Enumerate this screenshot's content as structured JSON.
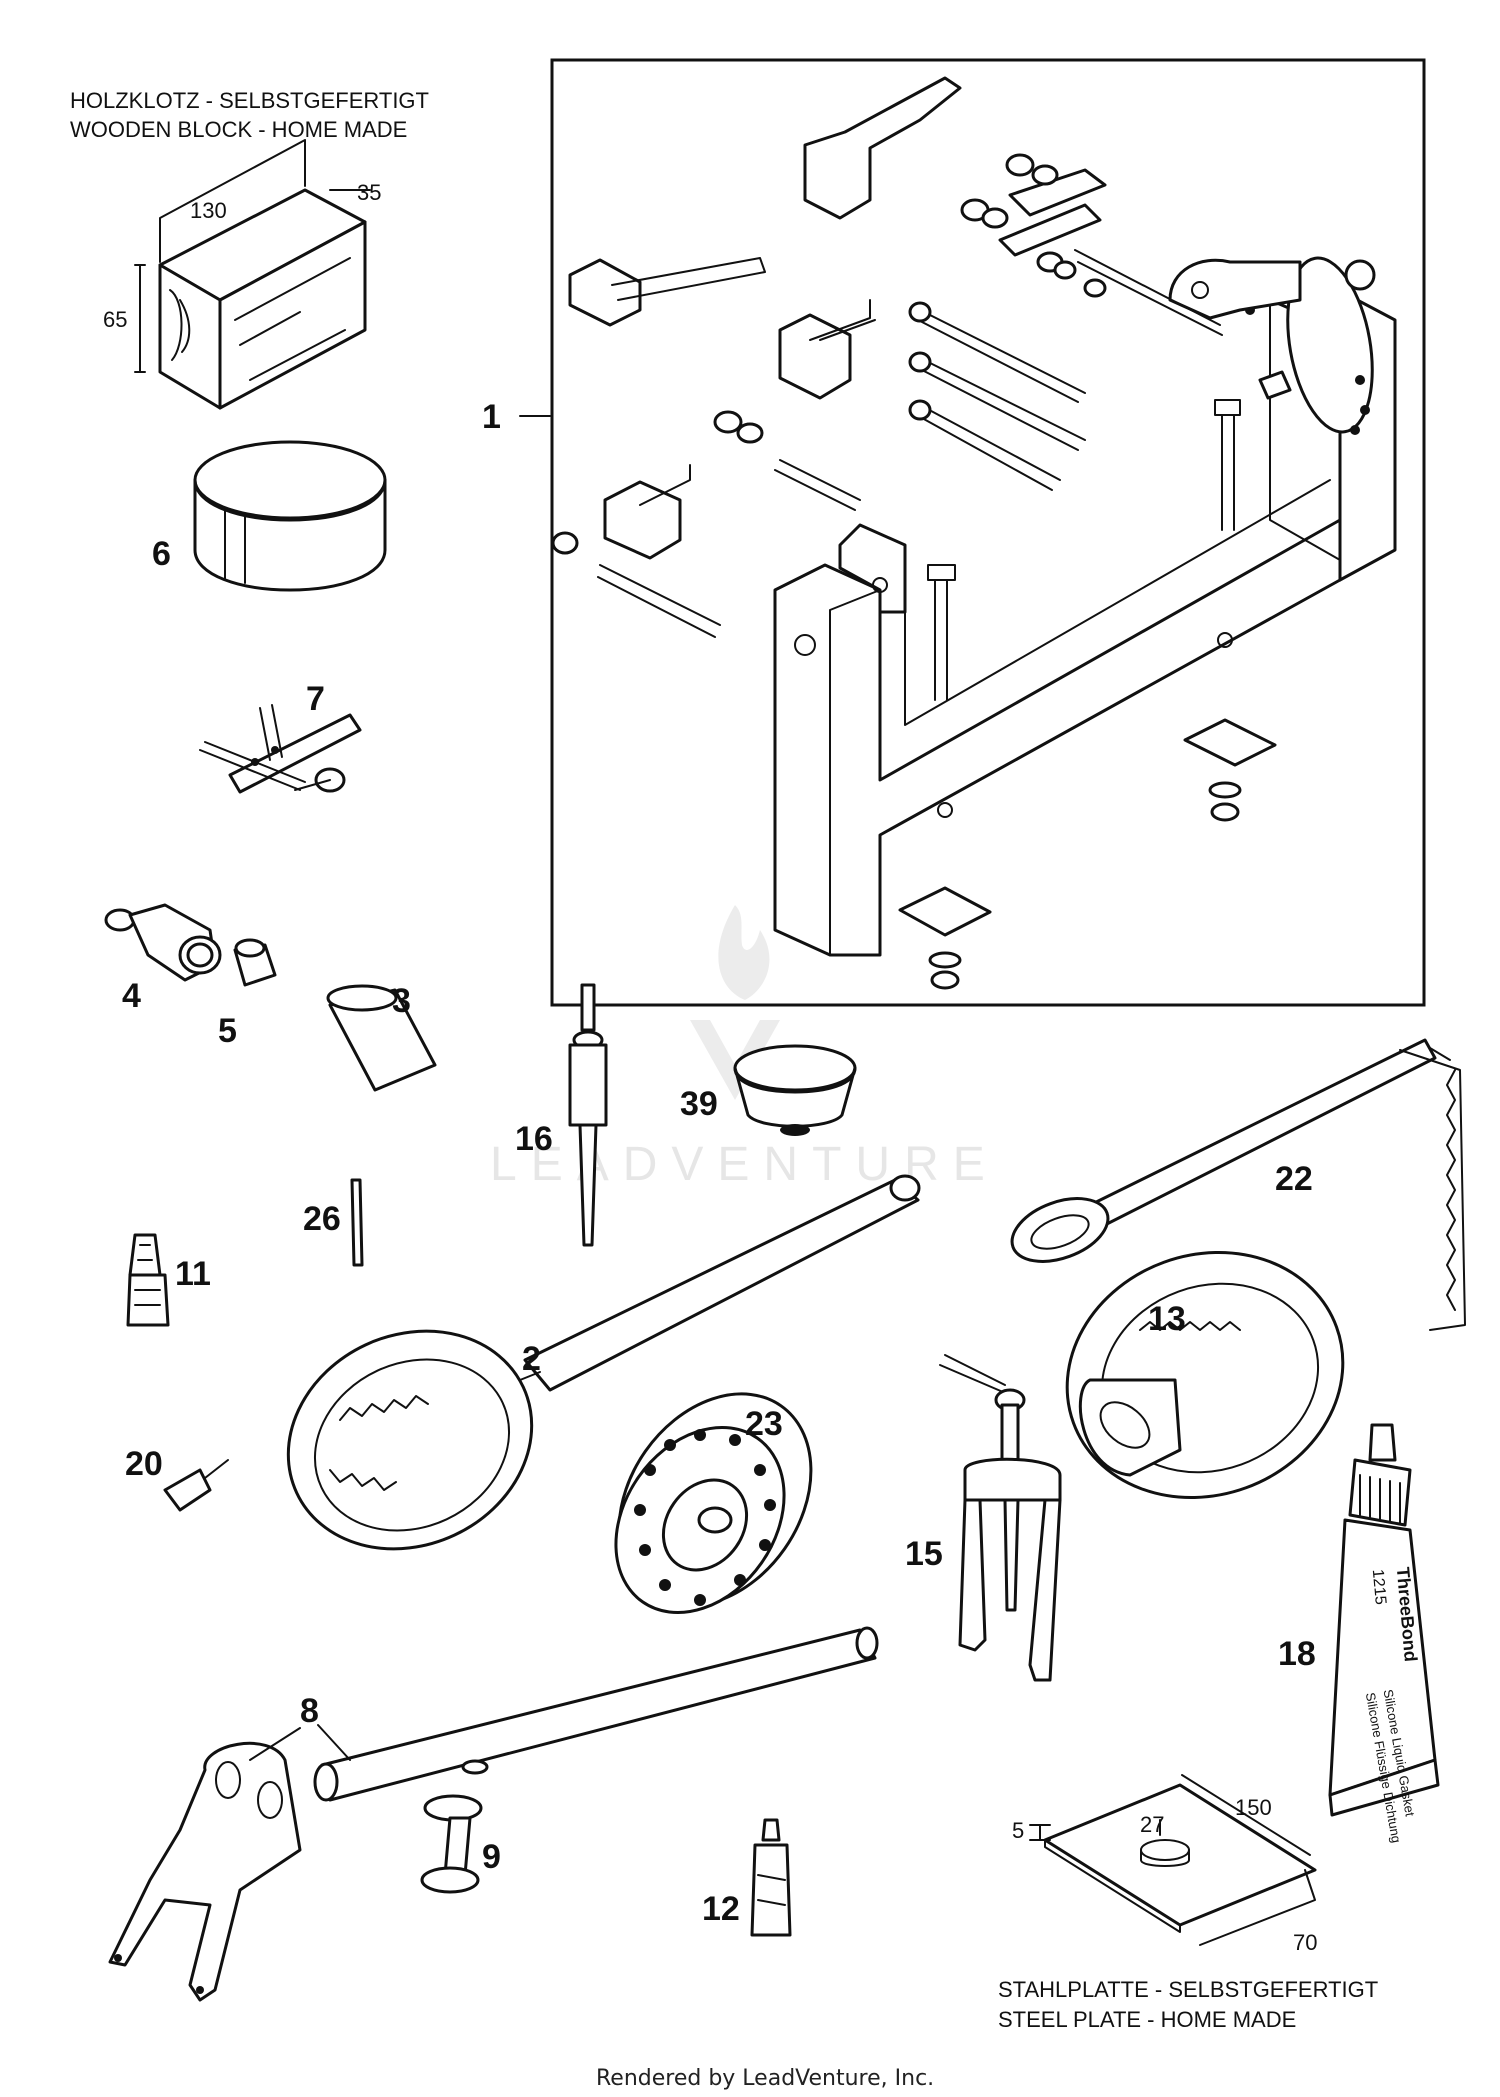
{
  "captions": {
    "wood_de": "HOLZKLOTZ - SELBSTGEFERTIGT",
    "wood_en": "WOODEN BLOCK - HOME MADE",
    "steel_de": "STAHLPLATTE - SELBSTGEFERTIGT",
    "steel_en": "STEEL PLATE - HOME MADE"
  },
  "dimensions": {
    "wood_length": "130",
    "wood_width": "35",
    "wood_height": "65",
    "plate_thickness": "5",
    "plate_hole": "27",
    "plate_length": "150",
    "plate_width": "70"
  },
  "labels": {
    "p1": "1",
    "p2": "2",
    "p3": "3",
    "p4": "4",
    "p5": "5",
    "p6": "6",
    "p7": "7",
    "p8": "8",
    "p9": "9",
    "p11": "11",
    "p12": "12",
    "p13": "13",
    "p15": "15",
    "p16": "16",
    "p18": "18",
    "p20": "20",
    "p22": "22",
    "p23": "23",
    "p26": "26",
    "p39": "39"
  },
  "tube_text": {
    "brand": "ThreeBond",
    "code": "1215",
    "line1": "Silicone Liquid Gasket",
    "line2": "Silicone Flüssige Dichtung"
  },
  "watermark": "LEADVENTURE",
  "footer": "Rendered by LeadVenture, Inc."
}
